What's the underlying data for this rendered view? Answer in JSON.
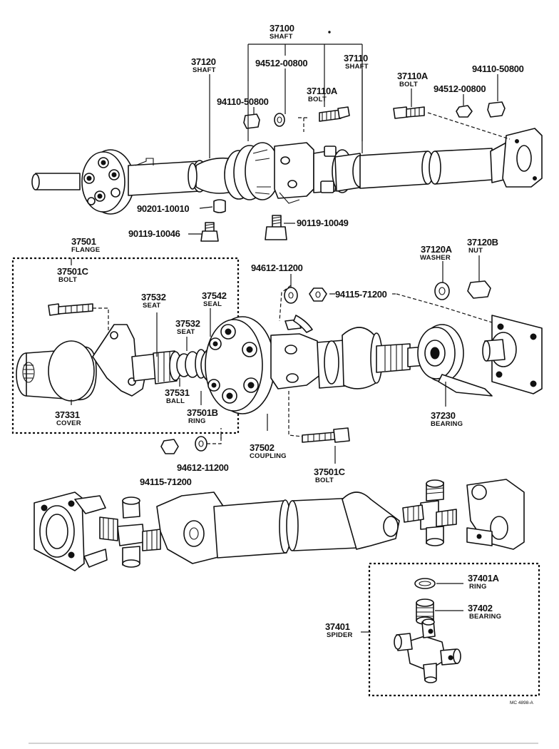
{
  "labels": {
    "p37100": {
      "num": "37100",
      "cap": "SHAFT"
    },
    "p37120": {
      "num": "37120",
      "cap": "SHAFT"
    },
    "p37110": {
      "num": "37110",
      "cap": "SHAFT"
    },
    "p94512_top": {
      "num": "94512-00800"
    },
    "p94110_left": {
      "num": "94110-50800"
    },
    "p37110A_mid": {
      "num": "37110A",
      "cap": "BOLT"
    },
    "p37110A_right": {
      "num": "37110A",
      "cap": "BOLT"
    },
    "p94512_right": {
      "num": "94512-00800"
    },
    "p94110_right": {
      "num": "94110-50800"
    },
    "p90201": {
      "num": "90201-10010"
    },
    "p90119_46": {
      "num": "90119-10046"
    },
    "p90119_49": {
      "num": "90119-10049"
    },
    "p37501": {
      "num": "37501",
      "cap": "FLANGE"
    },
    "p37501C_top": {
      "num": "37501C",
      "cap": "BOLT"
    },
    "p37532_a": {
      "num": "37532",
      "cap": "SEAT"
    },
    "p37542": {
      "num": "37542",
      "cap": "SEAL"
    },
    "p37532_b": {
      "num": "37532",
      "cap": "SEAT"
    },
    "p37531": {
      "num": "37531",
      "cap": "BALL"
    },
    "p37501B": {
      "num": "37501B",
      "cap": "RING"
    },
    "p37331": {
      "num": "37331",
      "cap": "COVER"
    },
    "p94612_top": {
      "num": "94612-11200"
    },
    "p94115_top": {
      "num": "94115-71200"
    },
    "p37120A": {
      "num": "37120A",
      "cap": "WASHER"
    },
    "p37120B": {
      "num": "37120B",
      "cap": "NUT"
    },
    "p37230": {
      "num": "37230",
      "cap": "BEARING"
    },
    "p37502": {
      "num": "37502",
      "cap": "COUPLING"
    },
    "p37501C_bot": {
      "num": "37501C",
      "cap": "BOLT"
    },
    "p94612_bot": {
      "num": "94612-11200"
    },
    "p94115_bot": {
      "num": "94115-71200"
    },
    "p37401A": {
      "num": "37401A",
      "cap": "RING"
    },
    "p37402": {
      "num": "37402",
      "cap": "BEARING"
    },
    "p37401": {
      "num": "37401",
      "cap": "SPIDER"
    },
    "code": "MC 4898-A"
  }
}
